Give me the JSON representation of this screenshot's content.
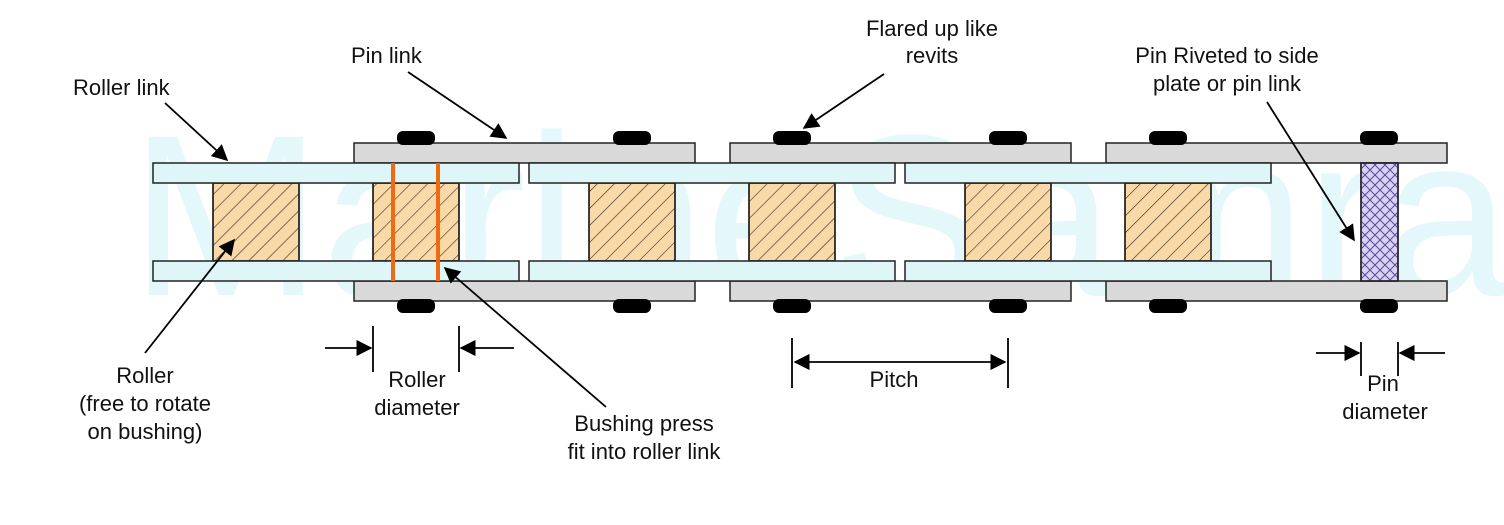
{
  "watermark": "MarineSamraj",
  "labels": {
    "roller_link": "Roller link",
    "pin_link": "Pin link",
    "flared_1": "Flared up like",
    "flared_2": "revits",
    "pin_riveted_1": "Pin Riveted to side",
    "pin_riveted_2": "plate or pin link",
    "roller_1": "Roller",
    "roller_2": "(free to rotate",
    "roller_3": "on bushing)",
    "roller_dia_1": "Roller",
    "roller_dia_2": "diameter",
    "bushing_1": "Bushing press",
    "bushing_2": "fit into roller link",
    "pitch": "Pitch",
    "pin_dia_1": "Pin",
    "pin_dia_2": "diameter"
  },
  "colors": {
    "roller_plate_fill": "#dff6f8",
    "pin_plate_fill": "#d9d9d9",
    "roller_fill": "#fad9a8",
    "bushing_line": "#f26a10",
    "pin_fill": "#d9d2f2",
    "rivet_head": "#000000",
    "watermark_cyan": "#e4f8fb",
    "watermark_grey": "#ececec"
  }
}
